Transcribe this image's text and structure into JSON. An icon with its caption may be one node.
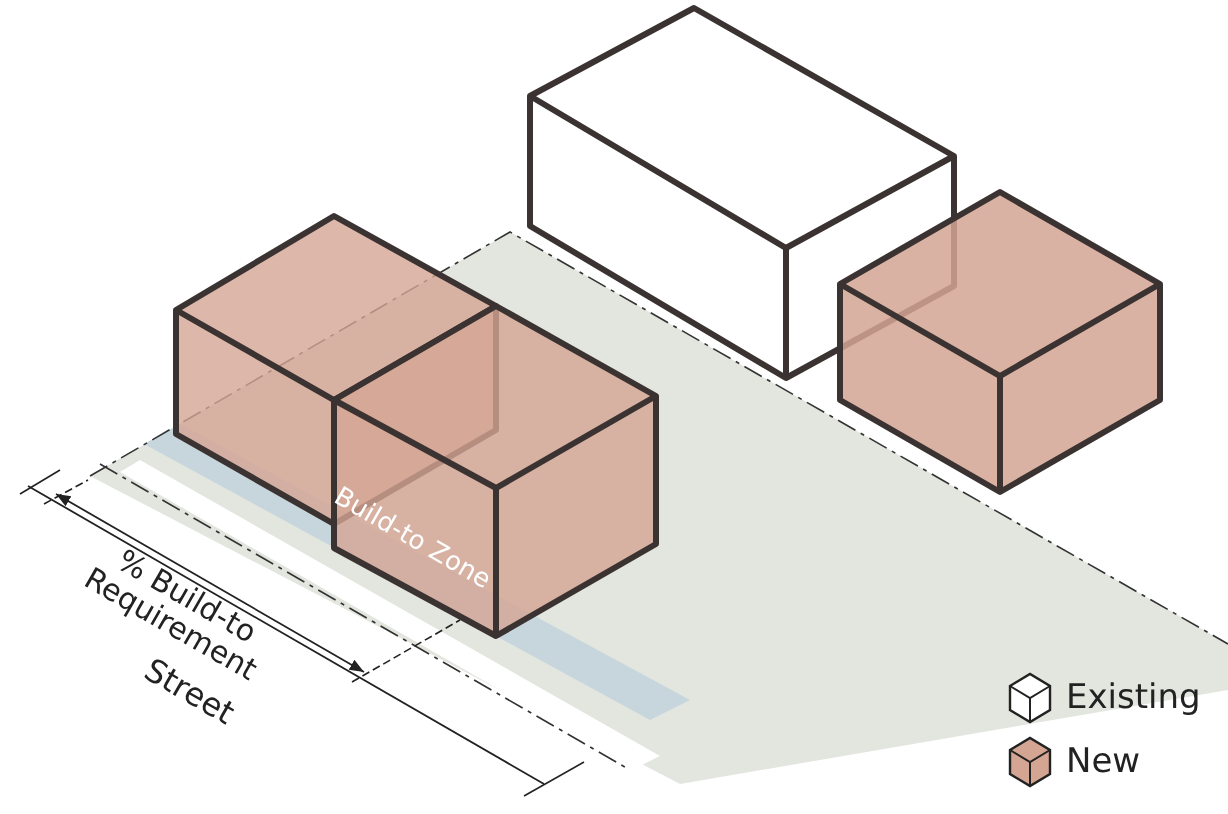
{
  "diagram": {
    "labels": [
      "% Build-to Requirement",
      "Street",
      "Build-to Zone"
    ],
    "legend": [
      {
        "text": "Existing",
        "color": "#ffffff"
      },
      {
        "text": "New",
        "color": "#d4a593"
      }
    ]
  }
}
